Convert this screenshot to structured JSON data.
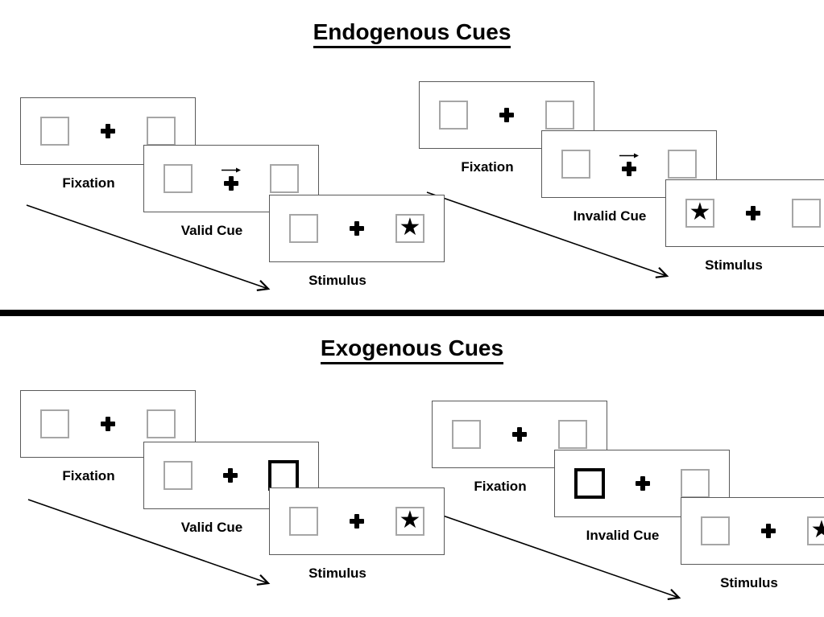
{
  "titles": {
    "endogenous": "Endogenous Cues",
    "exogenous": "Exogenous Cues"
  },
  "endogenous": {
    "valid_sequence": {
      "step1": "Fixation",
      "step2": "Valid Cue",
      "step3": "Stimulus",
      "cue_style": "central right-pointing arrow above fixation cross",
      "target_side": "right"
    },
    "invalid_sequence": {
      "step1": "Fixation",
      "step2": "Invalid Cue",
      "step3": "Stimulus",
      "cue_style": "central right-pointing arrow above fixation cross",
      "target_side": "left"
    }
  },
  "exogenous": {
    "valid_sequence": {
      "step1": "Fixation",
      "step2": "Valid Cue",
      "step3": "Stimulus",
      "cue_style": "right box highlighted with thick black border",
      "target_side": "right"
    },
    "invalid_sequence": {
      "step1": "Fixation",
      "step2": "Invalid Cue",
      "step3": "Stimulus",
      "cue_style": "left box highlighted with thick black border",
      "target_side": "right"
    }
  },
  "icons": {
    "star": "★"
  },
  "colors": {
    "box_border": "#a6a6a6",
    "panel_border": "#595959",
    "ink": "#000000"
  }
}
